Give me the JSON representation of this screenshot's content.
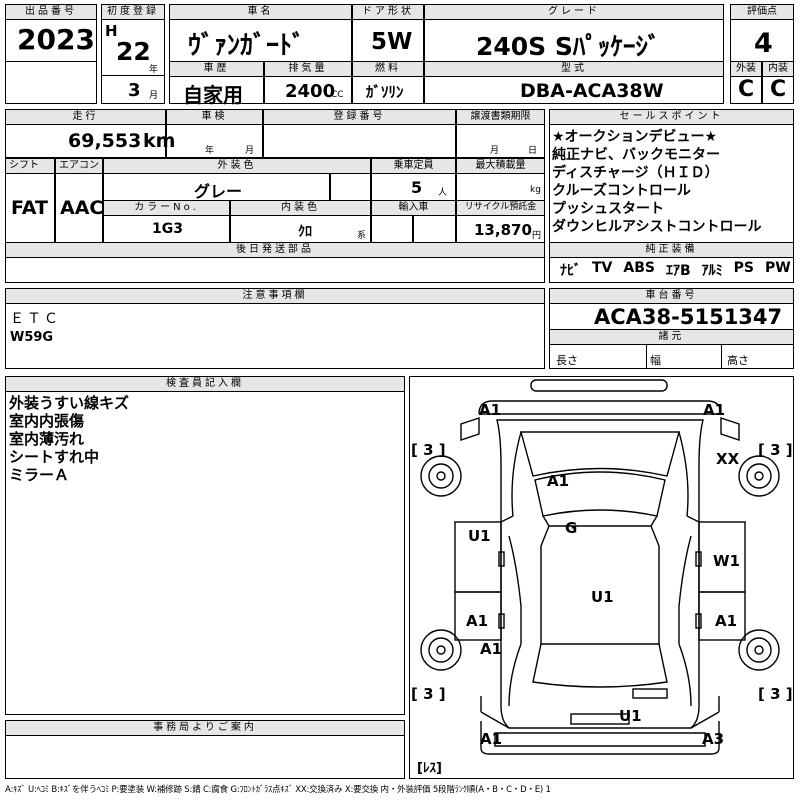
{
  "h": {
    "lot_number": "出品番号",
    "first_reg": "初度登録",
    "car_name": "車名",
    "door": "ドア形状",
    "grade": "グレード",
    "score": "評価点",
    "history": "車歴",
    "displacement": "排気量",
    "fuel": "燃料",
    "model_code": "型式",
    "exterior": "外装",
    "interior": "内装",
    "mileage": "走行",
    "inspection": "車検",
    "plate": "登録番号",
    "transfer": "譲渡書類期限",
    "shift": "シフト",
    "aircon": "エアコン",
    "ext_color": "外装色",
    "capacity": "乗車定員",
    "max_load": "最大積載量",
    "color_no": "カラーNo.",
    "int_color": "内装色",
    "import": "輸入車",
    "recycle": "リサイクル預託金",
    "later_parts": "後日発送部品",
    "sales_points": "セールスポイント",
    "genuine": "純正装備",
    "caution": "注意事項欄",
    "chassis": "車台番号",
    "specs": "諸元",
    "inspector": "検査員記入欄",
    "office": "事務局よりご案内"
  },
  "u": {
    "year_mark": "年",
    "month_mark": "月",
    "cc": "CC",
    "km": "km",
    "person": "人",
    "kg": "kg",
    "kei": "系",
    "yen": "円",
    "insp_year": "年",
    "insp_month": "月",
    "transfer_month": "月",
    "transfer_day": "日",
    "length": "長さ",
    "width": "幅",
    "height": "高さ"
  },
  "v": {
    "lot": "2023",
    "era": "H",
    "year": "22",
    "month": "3",
    "car_name": "ｳﾞｧﾝｶﾞｰﾄﾞ",
    "door": "5W",
    "grade": "240S Sﾊﾟｯｹｰｼﾞ",
    "score": "4",
    "history": "自家用",
    "displacement": "2400",
    "fuel": "ｶﾞｿﾘﾝ",
    "model_code": "DBA-ACA38W",
    "ext_score": "C",
    "int_score": "C",
    "mileage": "69,553",
    "shift": "FAT",
    "aircon": "AAC",
    "ext_color": "グレー",
    "capacity": "5",
    "color_no": "1G3",
    "int_color": "ｸﾛ",
    "recycle": "13,870",
    "chassis": "ACA38-5151347"
  },
  "sales_points": [
    "★オークションデビュー★",
    "純正ナビ、バックモニター",
    "ディスチャージ（ＨＩＤ）",
    "クルーズコントロール",
    "プッシュスタート",
    "ダウンヒルアシストコントロール"
  ],
  "equipment": [
    "ﾅﾋﾞ",
    "TV",
    "ABS",
    "ｴｱB",
    "ｱﾙﾐ",
    "PS",
    "PW"
  ],
  "caution": [
    "ＥＴＣ",
    "W59G"
  ],
  "inspector_notes": [
    "外装うすい線キズ",
    "室内内張傷",
    "室内薄汚れ",
    "シートすれ中",
    "ミラーＡ"
  ],
  "diagram": {
    "marks": [
      "A1",
      "A1",
      "[ 3 ]",
      "[ 3 ]",
      "A1",
      "XX",
      "U1",
      "G",
      "W1",
      "U1",
      "A1",
      "A1",
      "A1",
      "[ 3 ]",
      "[ 3 ]",
      "U1",
      "A1",
      "A3",
      "[ﾚｽ]"
    ]
  },
  "legend": "A:ｷｽﾞ U:ﾍｺﾐ B:ｷｽﾞを伴うﾍｺﾐ P:要塗装 W:補修跡 S:錆 C:腐食 G:ﾌﾛﾝﾄｶﾞﾗｽ点ｷｽﾞ XX:交換済み X:要交換 内・外装評価 5段階ﾗﾝｸ順(A・B・C・D・E) 1"
}
